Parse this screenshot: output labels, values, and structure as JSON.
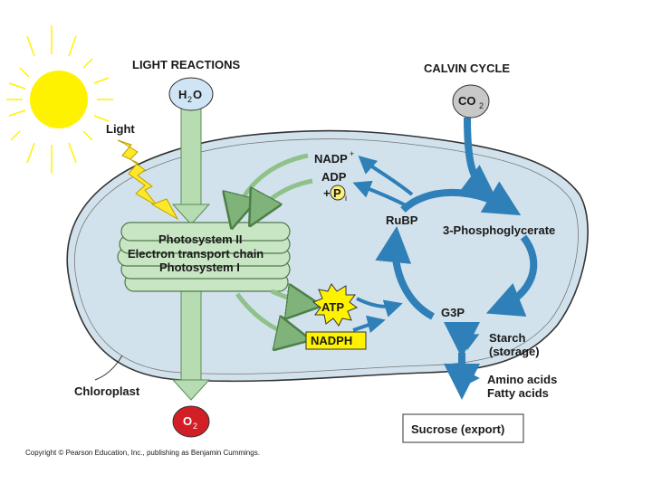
{
  "headers": {
    "light_reactions": "LIGHT REACTIONS",
    "calvin_cycle": "CALVIN CYCLE"
  },
  "molecules": {
    "h2o": "H",
    "h2o_sub": "2",
    "h2o_o": "O",
    "co2": "CO",
    "co2_sub": "2",
    "o2": "O",
    "o2_sub": "2"
  },
  "labels": {
    "light": "Light",
    "nadp_plus": "NADP",
    "nadp_sup": "+",
    "adp": "ADP",
    "plus": "+",
    "pi_p": "P",
    "pi_i": "i",
    "rubp": "RuBP",
    "phosphoglycerate": "3-Phosphoglycerate",
    "g3p": "G3P",
    "atp": "ATP",
    "nadph": "NADPH",
    "starch": "Starch",
    "storage": "(storage)",
    "amino_acids": "Amino acids",
    "fatty_acids": "Fatty acids",
    "sucrose": "Sucrose (export)",
    "chloroplast": "Chloroplast",
    "ps2": "Photosystem II",
    "etc": "Electron transport chain",
    "ps1": "Photosystem I"
  },
  "copyright": "Copyright © Pearson Education, Inc., publishing as Benjamin Cummings.",
  "colors": {
    "chloroplast_fill": "#d2e2ec",
    "thylakoid": "#c9e6c4",
    "green_arrow": "#a9d3a4",
    "blue_arrow": "#2f7fb8",
    "sun": "#fff200",
    "o2_red": "#d21f26",
    "h2o_blue": "#cfe4f5",
    "co2_gray": "#c8c8c8"
  }
}
